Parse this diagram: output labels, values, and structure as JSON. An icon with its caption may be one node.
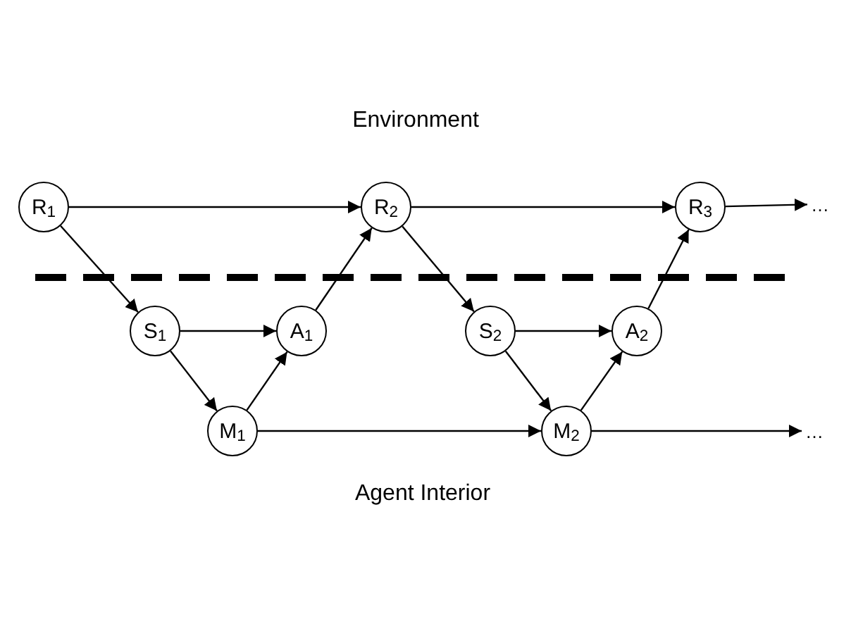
{
  "diagram": {
    "nodes": [
      {
        "text": [
          "R$_{1}$"
        ]
      },
      {
        "text": [
          "R$_{2}$"
        ]
      },
      {
        "text": [
          "R$_{3}$"
        ]
      },
      {
        "text": [
          "…"
        ]
      },
      {
        "text": [
          "S$_{1}$"
        ]
      },
      {
        "text": [
          "A$_{1}$"
        ]
      },
      {
        "text": [
          "S$_{2}$"
        ]
      },
      {
        "text": [
          "A$_{2}$"
        ]
      },
      {
        "text": [
          "M$_{1}$"
        ]
      },
      {
        "text": [
          "M$_{2}$"
        ]
      },
      {
        "text": [
          "…"
        ]
      }
    ],
    "edges": [
      {
        "from": 0,
        "to": 1,
        "arrow": "to"
      },
      {
        "from": 1,
        "to": 2,
        "arrow": "to"
      },
      {
        "from": 2,
        "to": 3,
        "arrow": "to"
      },
      {
        "from": 0,
        "to": 4,
        "arrow": "to"
      },
      {
        "from": 4,
        "to": 5,
        "arrow": "to"
      },
      {
        "from": 4,
        "to": 8,
        "arrow": "to"
      },
      {
        "from": 8,
        "to": 5,
        "arrow": "to"
      },
      {
        "from": 5,
        "to": 1,
        "arrow": "to"
      },
      {
        "from": 1,
        "to": 6,
        "arrow": "to"
      },
      {
        "from": 6,
        "to": 7,
        "arrow": "to"
      },
      {
        "from": 6,
        "to": 9,
        "arrow": "to"
      },
      {
        "from": 9,
        "to": 7,
        "arrow": "to"
      },
      {
        "from": 7,
        "to": 2,
        "arrow": "to"
      },
      {
        "from": 8,
        "to": 9,
        "arrow": "to"
      },
      {
        "from": 9,
        "to": 10,
        "arrow": "to"
      }
    ],
    "labels": [
      "Environment",
      "Agent Interior"
    ]
  }
}
